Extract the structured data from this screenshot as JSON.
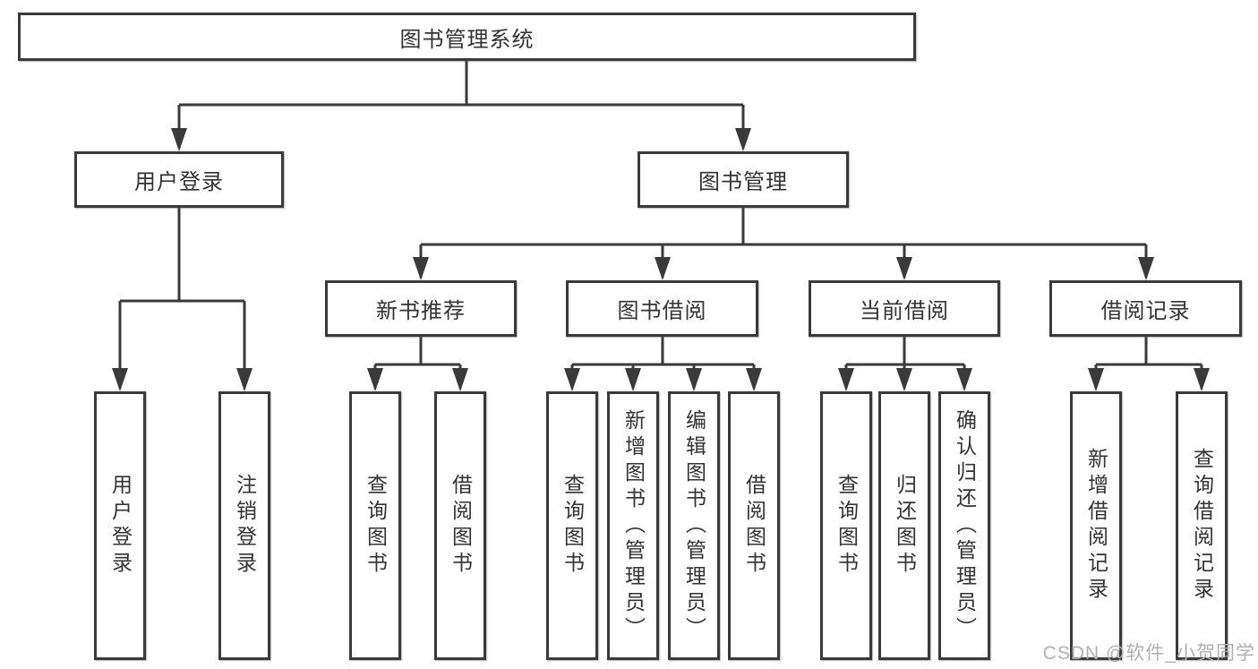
{
  "page": {
    "background": "#ffffff"
  },
  "colors": {
    "line": "#3a3a3a",
    "text": "#333333",
    "watermark": "#b0b0b0"
  },
  "diagram": {
    "root": {
      "label": "图书管理系统"
    },
    "branches": [
      {
        "label": "用户登录",
        "children": [
          {
            "label": "用户登录"
          },
          {
            "label": "注销登录"
          }
        ]
      },
      {
        "label": "图书管理",
        "modules": [
          {
            "label": "新书推荐",
            "children": [
              {
                "label": "查询图书"
              },
              {
                "label": "借阅图书"
              }
            ]
          },
          {
            "label": "图书借阅",
            "children": [
              {
                "label": "查询图书"
              },
              {
                "label": "新增图书（管理员）"
              },
              {
                "label": "编辑图书（管理员）"
              },
              {
                "label": "借阅图书"
              }
            ]
          },
          {
            "label": "当前借阅",
            "children": [
              {
                "label": "查询图书"
              },
              {
                "label": "归还图书"
              },
              {
                "label": "确认归还（管理员）"
              }
            ]
          },
          {
            "label": "借阅记录",
            "children": [
              {
                "label": "新增借阅记录"
              },
              {
                "label": "查询借阅记录"
              }
            ]
          }
        ]
      }
    ]
  },
  "watermark": {
    "text": "CSDN @软件_小贺同学"
  }
}
